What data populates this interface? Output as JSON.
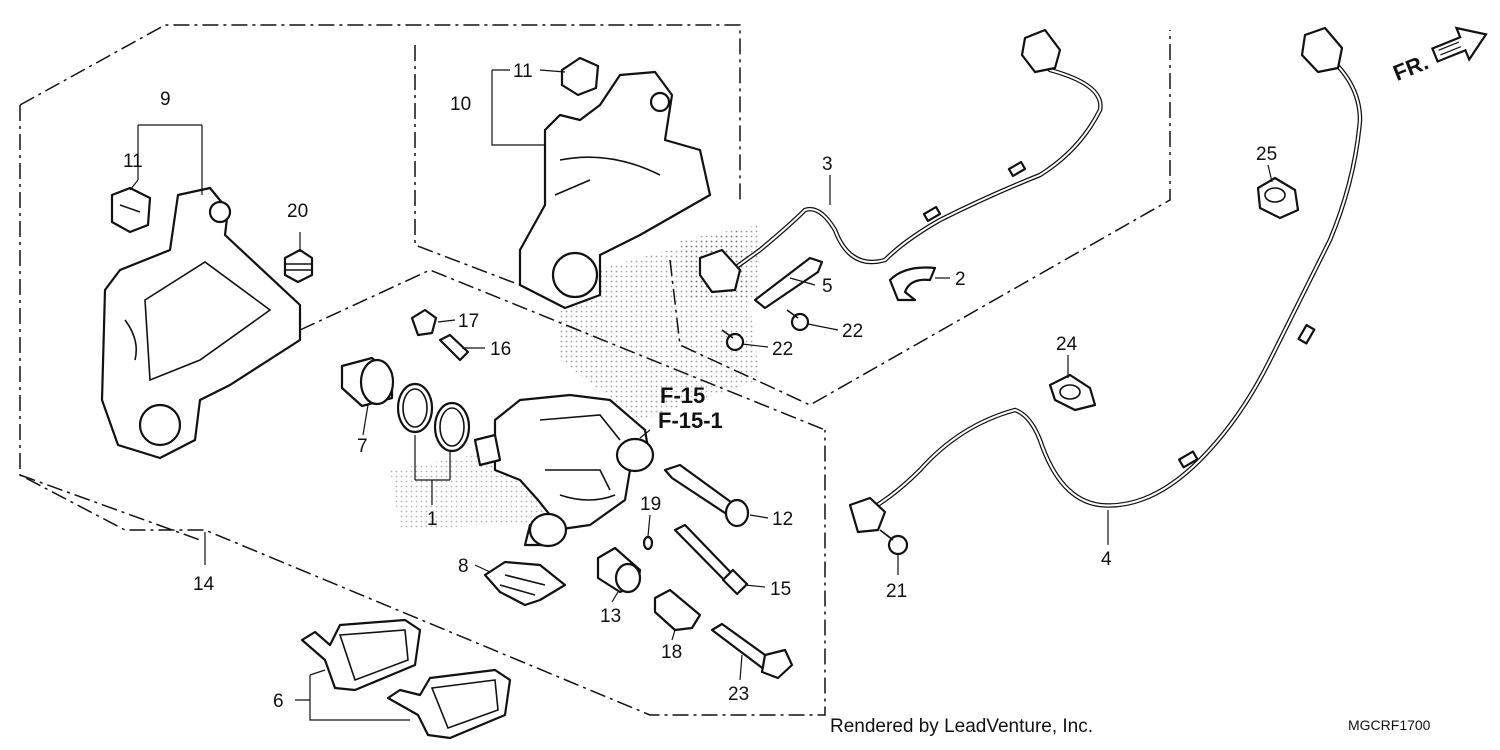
{
  "callouts": {
    "c1": "1",
    "c2": "2",
    "c3": "3",
    "c4": "4",
    "c5": "5",
    "c6": "6",
    "c7": "7",
    "c8": "8",
    "c9": "9",
    "c10": "10",
    "c11a": "11",
    "c11b": "11",
    "c12": "12",
    "c13": "13",
    "c14": "14",
    "c15": "15",
    "c16": "16",
    "c17": "17",
    "c18": "18",
    "c19": "19",
    "c20": "20",
    "c21": "21",
    "c22a": "22",
    "c22b": "22",
    "c23": "23",
    "c24": "24",
    "c25": "25"
  },
  "references": {
    "ref1": "F-15",
    "ref2": "F-15-1"
  },
  "direction": {
    "label": "FR."
  },
  "footer": {
    "credit": "Rendered by LeadVenture, Inc.",
    "code": "MGCRF1700"
  },
  "icons": {
    "direction_arrow": "arrow-up-right-icon"
  }
}
